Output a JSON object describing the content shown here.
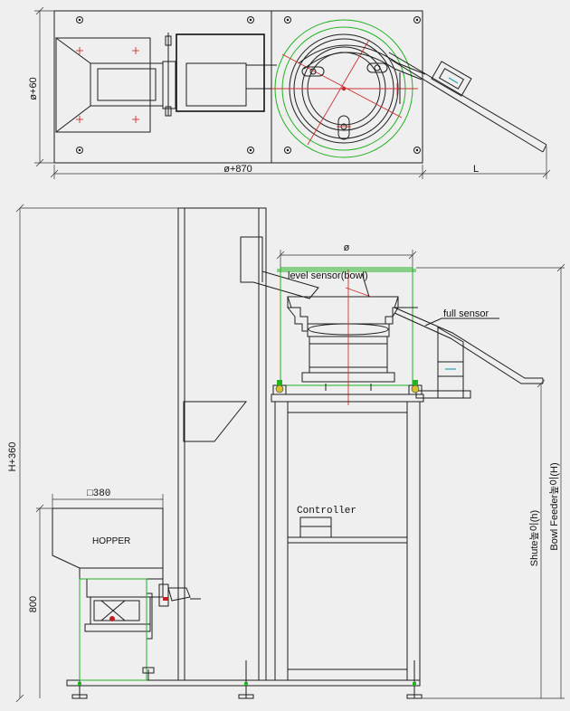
{
  "top_view": {
    "dim_width": "ø+60",
    "dim_length": "ø+870",
    "dim_chute": "L"
  },
  "side_view": {
    "dim_height": "H+360",
    "dim_bowl": "ø",
    "label_level_sensor": "level sensor(bowl)",
    "label_full_sensor": "full sensor",
    "label_controller": "Controller",
    "dim_hopper_size": "□380",
    "label_hopper": "HOPPER",
    "dim_hopper_height": "800",
    "label_chute_height": "Shute높이(h)",
    "label_feeder_height": "Bowl Feeder높이(H)"
  },
  "colors": {
    "line": "#1e1e1e",
    "accent_green": "#22b222",
    "accent_red": "#d03030",
    "accent_cyan": "#2aa0b0",
    "background": "#efefef"
  }
}
